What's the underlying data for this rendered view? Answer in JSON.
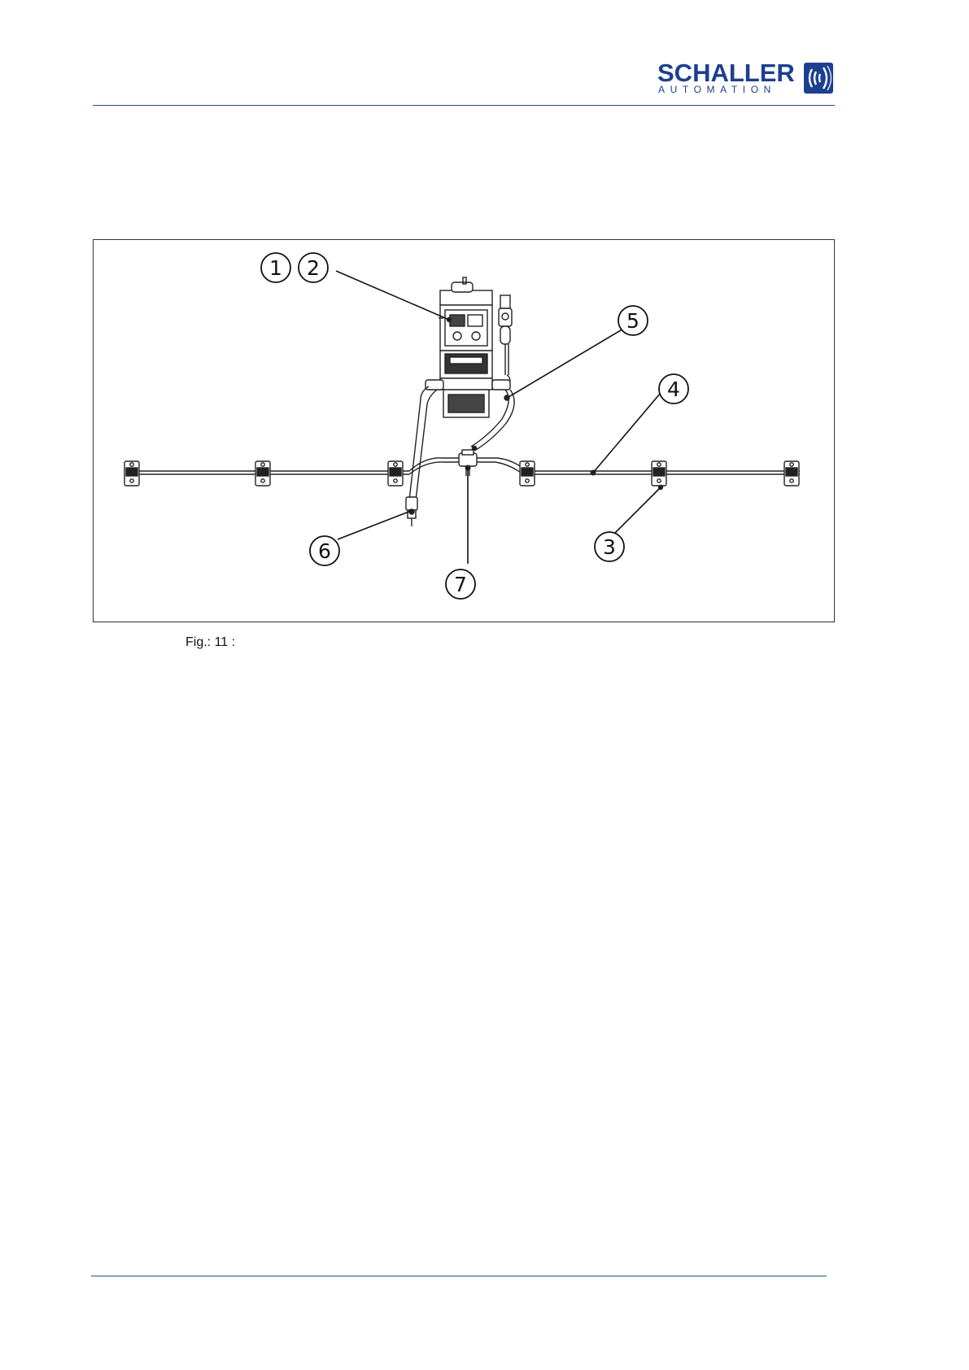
{
  "header": {
    "logo_word": "SCHALLER",
    "logo_sub": "AUTOMATION",
    "logo_icon": "sensor-wave-icon",
    "brand_color": "#1d3f8f"
  },
  "figure": {
    "callouts": {
      "c1": "1",
      "c2": "2",
      "c3": "3",
      "c4": "4",
      "c5": "5",
      "c6": "6",
      "c7": "7"
    },
    "caption": "Fig.: 11 :"
  }
}
